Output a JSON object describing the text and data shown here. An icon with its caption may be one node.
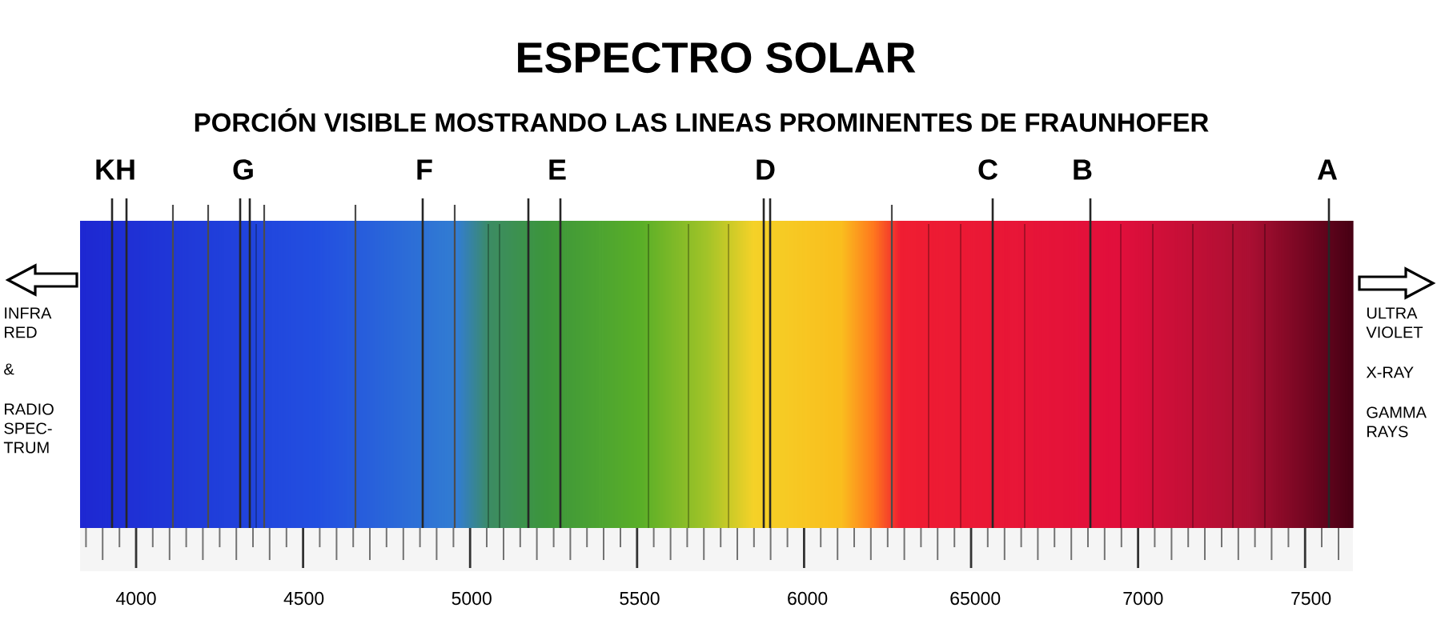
{
  "diagram": {
    "title": "ESPECTRO SOLAR",
    "labels": [
      "PORCIÓN VISIBLE MOSTRANDO LAS LINEAS PROMINENTES DE FRAUNHOFER",
      "KH",
      "G",
      "F",
      "E",
      "D",
      "C",
      "B",
      "A",
      "INFRA RED",
      "&",
      "RADIO SPEC-TRUM",
      "ULTRA VIOLET",
      "X-RAY",
      "GAMMA RAYS",
      "4000",
      "4500",
      "5000",
      "5500",
      "6000",
      "65000",
      "7000",
      "7500"
    ]
  }
}
